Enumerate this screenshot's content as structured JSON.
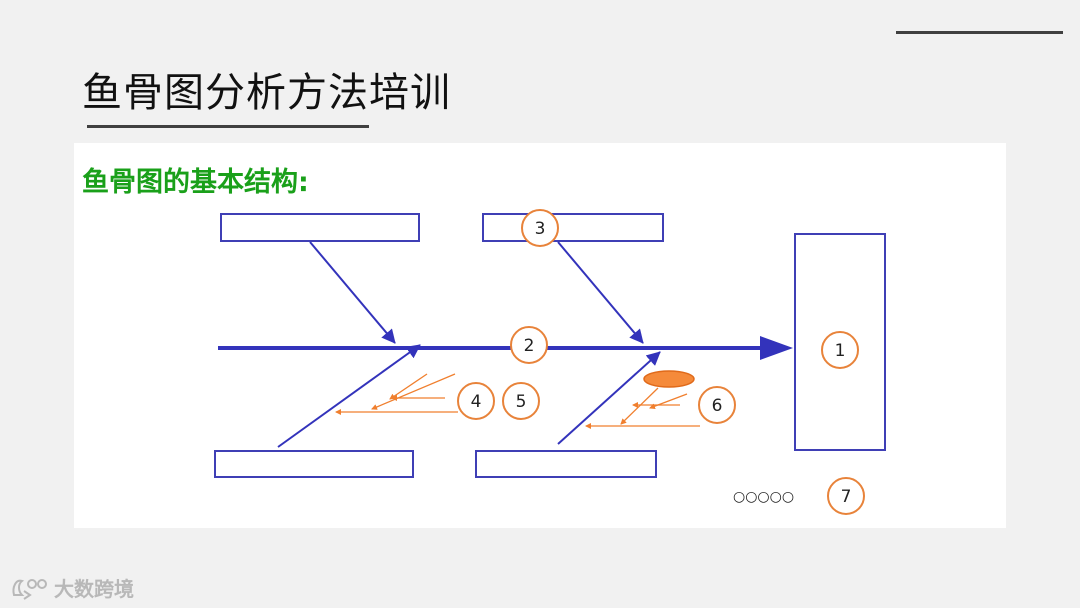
{
  "slide": {
    "title": "鱼骨图分析方法培训",
    "subtitle": "鱼骨图的基本结构:"
  },
  "diagram": {
    "labels": [
      "1",
      "2",
      "3",
      "4",
      "5",
      "6",
      "7"
    ],
    "ellipsis": "○○○○○",
    "colors": {
      "spine": "#3333bb",
      "box": "#3f3fb5",
      "small_bone": "#f07f2e",
      "circle": "#e8833a",
      "highlight_fill": "#f58a3a"
    }
  },
  "watermark": {
    "logo": "logo-icon",
    "text": "大数跨境"
  }
}
